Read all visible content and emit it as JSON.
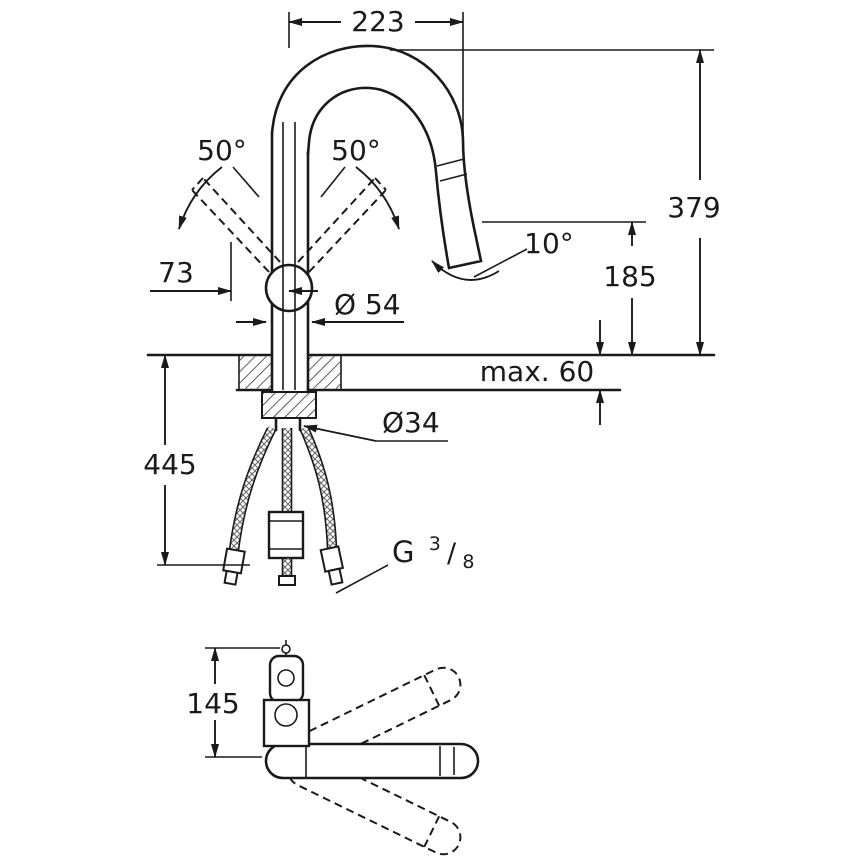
{
  "colors": {
    "line": "#1a1a1a",
    "background": "#ffffff"
  },
  "front_view": {
    "spout_projection": "223",
    "total_height": "379",
    "spout_height": "185",
    "max_counter_thickness": "max. 60",
    "body_diameter": "Ø 54",
    "shank_diameter": "Ø34",
    "lever_offset": "73",
    "hose_length": "445",
    "lever_swing_left": "50°",
    "lever_swing_right": "50°",
    "spray_angle": "10°",
    "thread_prefix": "G",
    "thread_numerator": "3",
    "thread_slash": "/",
    "thread_denominator": "8"
  },
  "top_view": {
    "handle_depth": "145"
  }
}
